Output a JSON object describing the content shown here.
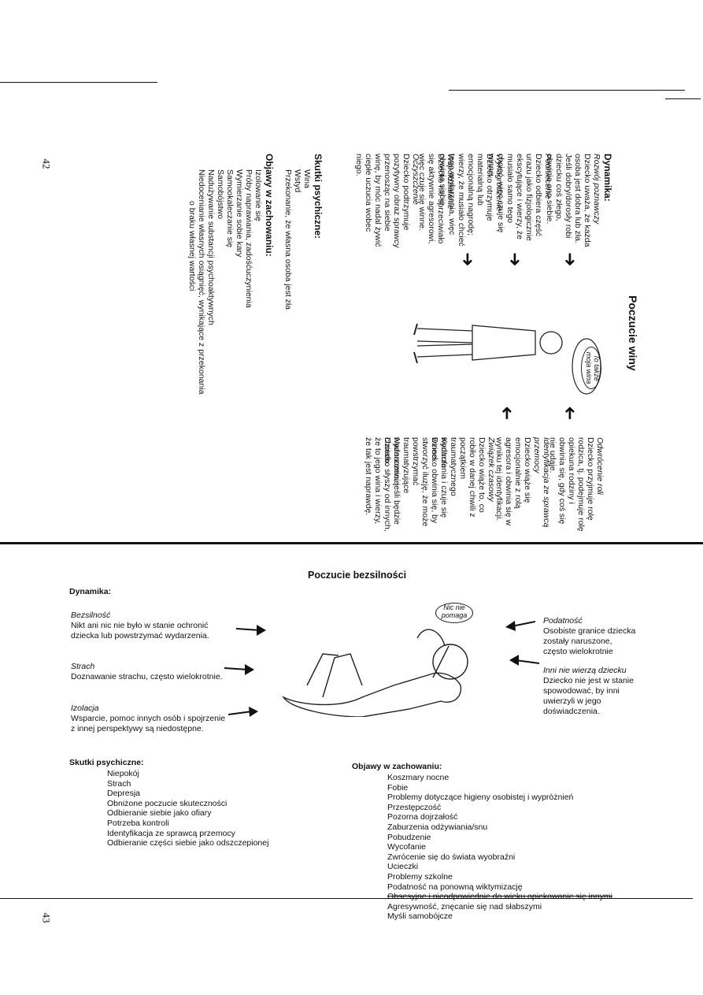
{
  "top": {
    "page_number": "42",
    "title": "Poczucie winy",
    "bubble": "To także\nmoja wina",
    "dynamics_label": "Dynamika:",
    "left_items": [
      {
        "title": "Rozwój poznawczy",
        "text": "Dziecko uważa, że każda osoba jest dobra lub zła. Jeśli dobry/dorosły robi dziecku coś złego, obwinia ono siebie."
      },
      {
        "title": "Podniecenie",
        "text": "Dziecko odbiera część urazu jako fizjologicznie ekscytujące i wierzy, że musiało samo tego chcieć, więc czuje się winne."
      },
      {
        "title": "Wynagrodzenie",
        "text": "Dziecko otrzymuje materialną lub emocjonalną nagrodę; wierzy, że musiało chcieć tego wydarzenia, więc obwinia siebie."
      },
      {
        "title": "Współdziałanie",
        "text": "Dziecko nie sprzeciwiało się aktywnie agresorowi, więc czuje się winne."
      },
      {
        "title": "Oczyszczenie",
        "text": "Dziecko podtrzymuje pozytywny obraz sprawcy przenosząc na siebie winę, by móc nadal żywić ciepłe uczucia wobec niego."
      }
    ],
    "right_items": [
      {
        "title": "Odwrócenie roli",
        "text": "Dziecko przyjmuje rolę rodzica, tj. podejmuje rolę opiekuna rodziny i obwinia się, gdy coś się nie udaje."
      },
      {
        "title": "Identyfikacja ze sprawcą przemocy",
        "text": "Dziecko wiąże się emocjonalnie z rolą agresora i obwinia się w wyniku tej identyfikacji."
      },
      {
        "title": "Związek czasowy",
        "text": "Dziecko wiąże to, co robiło w danej chwili z początkiem traumatycznego wydarzenia i czuje się winne."
      },
      {
        "title": "Kontrola",
        "text": "Dziecko obwinia się, by stworzyć iluzję, że może powstrzymać traumatyzujące wydarzenie, jeśli będzie chciało."
      },
      {
        "title": "Naznaczenie",
        "text": "Dziecko słyszy od innych, że to jego wina i wierzy, że tak jest naprawdę."
      }
    ],
    "psych_label": "Skutki psychiczne:",
    "psych": [
      "Wina",
      "Wstyd",
      "Przekonanie, że własna osoba jest zła"
    ],
    "behav_label": "Objawy w zachowaniu:",
    "behav": [
      "Izolowanie się",
      "Próby naprawiania, zadośćuczynienia",
      "Wymierzanie sobie kary",
      "Samookaleczanie się",
      "Samobójstwo",
      "Nadużywanie substancji psychoaktywnych",
      "Niedocenianie własnych osiągnięć, wynikające z przekonania",
      "o braku własnej wartości"
    ]
  },
  "bottom": {
    "page_number": "43",
    "title": "Poczucie bezsilności",
    "bubble": "Nic nie\npomaga",
    "dynamics_label": "Dynamika:",
    "left_items": [
      {
        "title": "Bezsilność",
        "lines": [
          "Nikt ani nic nie było w stanie ochronić",
          "dziecka lub powstrzymać wydarzenia."
        ]
      },
      {
        "title": "Strach",
        "lines": [
          "Doznawanie strachu, często wielokrotnie."
        ]
      },
      {
        "title": "Izolacja",
        "lines": [
          "Wsparcie, pomoc innych osób i spojrzenie",
          "z innej perspektywy są niedostępne."
        ]
      }
    ],
    "right_items": [
      {
        "title": "Podatność",
        "lines": [
          "Osobiste granice dziecka",
          "zostały naruszone,",
          "często wielokrotnie"
        ]
      },
      {
        "title": "Inni nie wierzą dziecku",
        "lines": [
          "Dziecko nie jest w stanie",
          "spowodować, by inni",
          "uwierzyli w jego",
          "doświadczenia."
        ]
      }
    ],
    "psych_label": "Skutki psychiczne:",
    "psych": [
      "Niepokój",
      "Strach",
      "Depresja",
      "Obniżone poczucie skuteczności",
      "Odbieranie siebie jako ofiary",
      "Potrzeba kontroli",
      "Identyfikacja ze sprawcą przemocy",
      "Odbieranie części siebie jako odszczepionej"
    ],
    "behav_label": "Objawy w zachowaniu:",
    "behav": [
      "Koszmary nocne",
      "Fobie",
      "Problemy dotyczące higieny osobistej i wypróżnień",
      "Przestępczość",
      "Pozorna dojrzałość",
      "Zaburzenia odżywiania/snu",
      "Pobudzenie",
      "Wycofanie",
      "Zwrócenie się do świata wyobraźni",
      "Ucieczki",
      "Problemy szkolne",
      "Podatność na ponowną wiktymizację",
      "Obsesyjne i nieodpowiednie do wieku opiekowanie się innymi",
      "Agresywność, znęcanie się nad słabszymi",
      "Myśli samobójcze"
    ]
  }
}
